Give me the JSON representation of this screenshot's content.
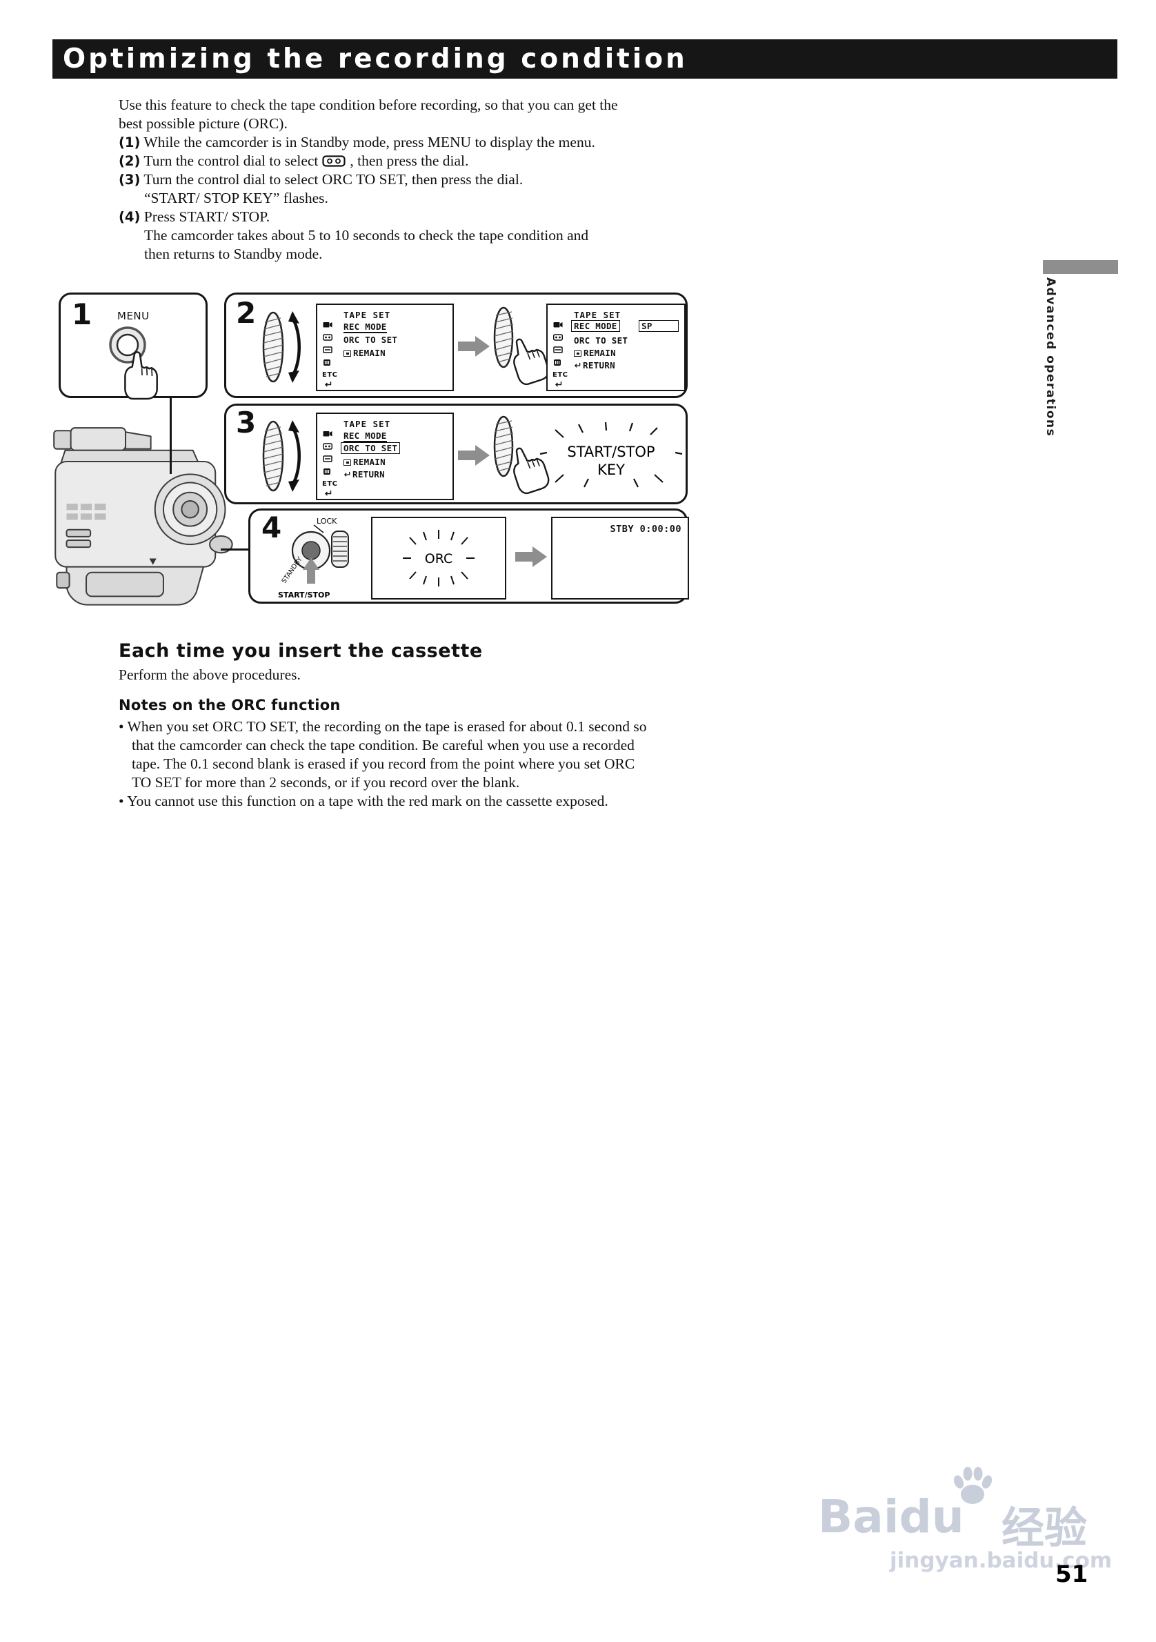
{
  "header": {
    "title": "Optimizing the recording condition"
  },
  "side_tab": {
    "label": "Advanced operations"
  },
  "intro": {
    "line1": "Use this feature to check the tape condition before recording, so that you can get the",
    "line2": "best possible picture (ORC)."
  },
  "steps": {
    "s1_num": "(1)",
    "s1_text": "While the camcorder is in Standby mode, press MENU to display the menu.",
    "s2_num": "(2)",
    "s2_pre": "Turn the control dial to select",
    "s2_post": ", then press the dial.",
    "s3_num": "(3)",
    "s3_text": "Turn the control dial to select ORC TO SET, then press the dial.",
    "s3_sub": "“START/ STOP KEY” flashes.",
    "s4_num": "(4)",
    "s4_text": "Press START/ STOP.",
    "s4_sub1": "The camcorder takes about 5 to 10 seconds to check the tape condition and",
    "s4_sub2": "then returns to Standby mode."
  },
  "diagram": {
    "step1_num": "1",
    "step2_num": "2",
    "step3_num": "3",
    "step4_num": "4",
    "menu_label": "MENU",
    "etc_label": "ETC",
    "screen_a": {
      "title": "TAPE SET",
      "item1": "REC MODE",
      "item2": "ORC TO SET",
      "item3": "REMAIN"
    },
    "screen_b": {
      "title": "TAPE SET",
      "item1": "REC MODE",
      "sp": "SP",
      "item2": "ORC TO SET",
      "item3": "REMAIN",
      "item4": "RETURN"
    },
    "screen_c": {
      "title": "TAPE SET",
      "item1": "REC MODE",
      "item2": "ORC TO SET",
      "item3": "REMAIN",
      "item4": "RETURN"
    },
    "flash_line1": "START/STOP",
    "flash_line2": "KEY",
    "orc_label": "ORC",
    "stby_label": "STBY 0:00:00",
    "lock_label": "LOCK",
    "standby_label": "STANDBY",
    "startstop_label": "START/STOP"
  },
  "sections": {
    "bullet": "•",
    "cassette_heading": "Each time you insert the cassette",
    "cassette_body": "Perform the above procedures.",
    "notes_heading": "Notes on the ORC function",
    "note1_l1": "When you set ORC TO SET, the recording on the tape is erased for about 0.1 second so",
    "note1_l2": "that the camcorder can check the tape condition. Be careful when you use a recorded",
    "note1_l3": "tape. The 0.1 second blank is erased if you record from the point where you set ORC",
    "note1_l4": "TO SET for more than 2 seconds, or if you record over the blank.",
    "note2": "You cannot use this function on a tape with the red mark on the cassette exposed."
  },
  "footer": {
    "watermark_brand": "Baidu",
    "watermark_cn": "经验",
    "watermark_url": "jingyan.baidu.com",
    "page_number": "51"
  }
}
